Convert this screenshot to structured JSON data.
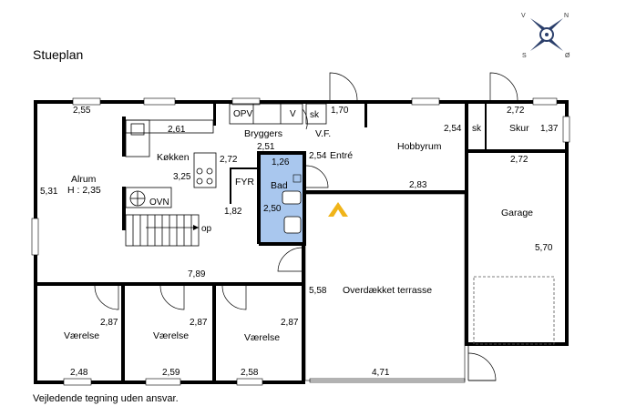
{
  "title": "Stueplan",
  "disclaimer": "Vejledende tegning uden ansvar.",
  "colors": {
    "bathroom": "#a9c7ee",
    "entry_arrow": "#f0b419",
    "walls": "#000000"
  },
  "compass": {
    "n": "N",
    "s": "S",
    "v": "V",
    "o": "Ø"
  },
  "rooms": {
    "alrum": "Alrum",
    "alrum_height": "H : 2,35",
    "kokken": "Køkken",
    "bryggers": "Bryggers",
    "vf": "V.F.",
    "entre": "Entré",
    "hobbyrum": "Hobbyrum",
    "skur": "Skur",
    "garage": "Garage",
    "bad": "Bad",
    "fyr": "FYR",
    "ovn": "OVN",
    "opv": "OPV",
    "v": "V",
    "sk1": "sk",
    "sk2": "sk",
    "op": "op",
    "terrasse": "Overdækket terrasse",
    "vaerelse1": "Værelse",
    "vaerelse2": "Værelse",
    "vaerelse3": "Værelse"
  },
  "dims": {
    "d255": "2,55",
    "d261": "2,61",
    "d531": "5,31",
    "d325": "3,25",
    "d272a": "2,72",
    "d251": "2,51",
    "d126": "1,26",
    "d182": "1,82",
    "d250": "2,50",
    "d170": "1,70",
    "d254a": "2,54",
    "d254b": "2,54",
    "d283": "2,83",
    "d272b": "2,72",
    "d137": "1,37",
    "d272c": "2,72",
    "d570": "5,70",
    "d789": "7,89",
    "d558": "5,58",
    "d287a": "2,87",
    "d287b": "2,87",
    "d287c": "2,87",
    "d248": "2,48",
    "d259": "2,59",
    "d258": "2,58",
    "d471": "4,71"
  }
}
